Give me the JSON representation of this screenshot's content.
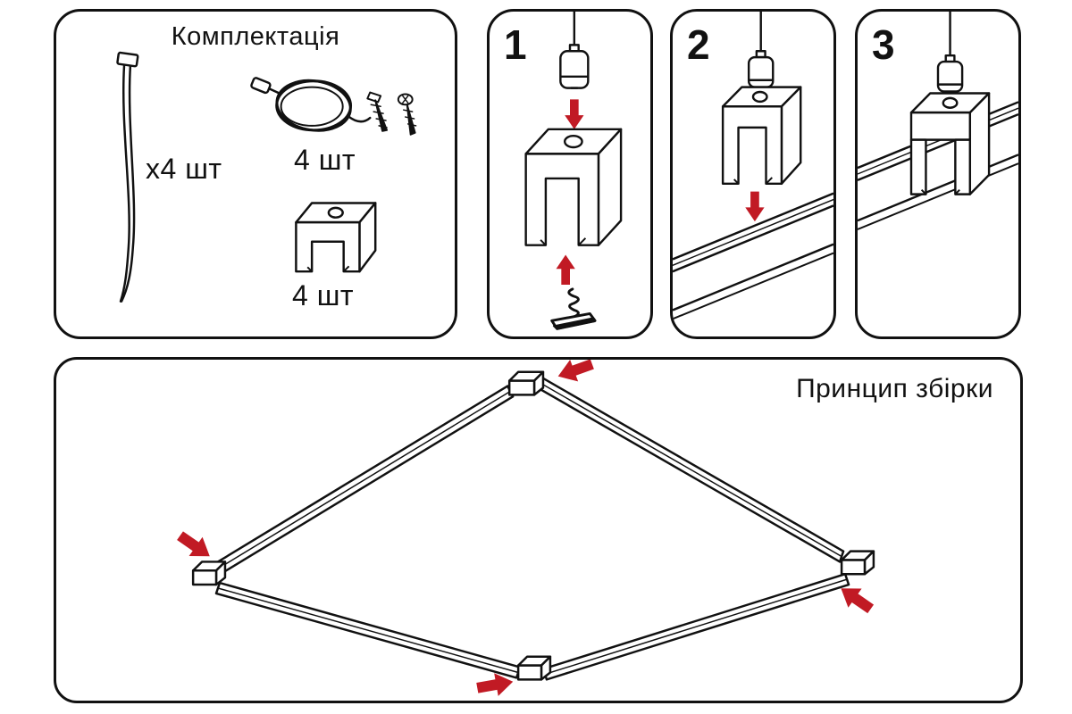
{
  "page": {
    "background": "#ffffff"
  },
  "colors": {
    "line": "#111111",
    "panel_border": "#111111",
    "arrow_red": "#c11a24"
  },
  "kit_panel": {
    "title": "Комплектація",
    "items": [
      {
        "icon": "suspension-cable-icon",
        "qty_label": "x4 шт"
      },
      {
        "icon": "cable-coil-with-screws-icon",
        "qty_label": "4 шт"
      },
      {
        "icon": "mounting-clip-icon",
        "qty_label": "4 шт"
      }
    ]
  },
  "steps": [
    {
      "number": "1",
      "icon": "gripper-into-clip-with-screw-icon"
    },
    {
      "number": "2",
      "icon": "clip-lowered-onto-track-icon"
    },
    {
      "number": "3",
      "icon": "clip-seated-on-track-icon"
    }
  ],
  "assembly_panel": {
    "title": "Принцип збірки",
    "icon": "square-frame-with-corner-arrows-icon"
  }
}
